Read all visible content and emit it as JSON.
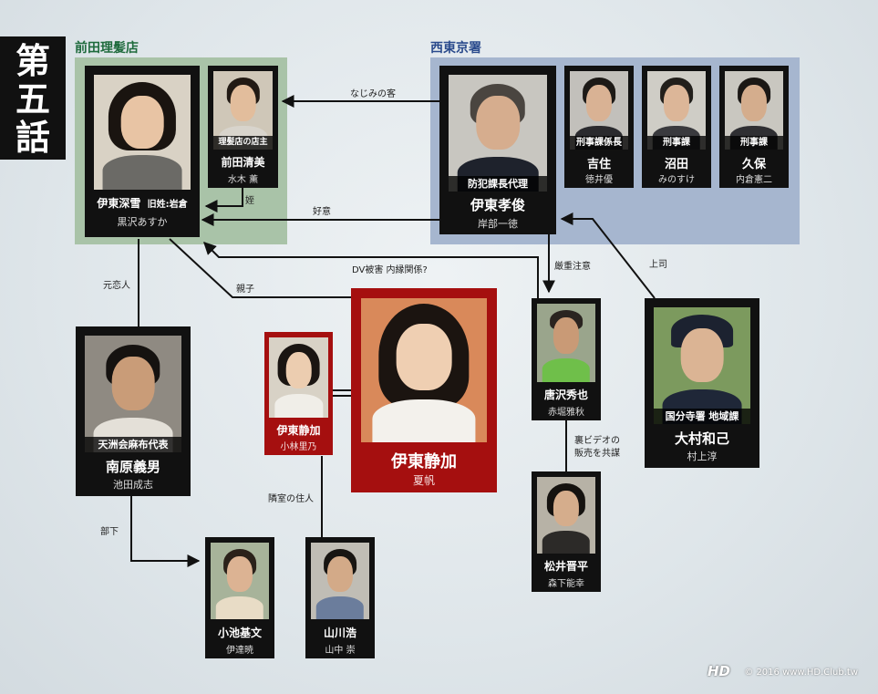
{
  "episode": [
    "第",
    "五",
    "話"
  ],
  "groups": {
    "barber": "前田理髪店",
    "police": "西東京署"
  },
  "people": {
    "miyuki": {
      "name": "伊東深雪",
      "sub": "旧姓:岩倉",
      "actor": "黒沢あすか"
    },
    "kiyomi": {
      "role": "理髪店の店主",
      "name": "前田清美",
      "actor": "水木 薫"
    },
    "takatoshi": {
      "role": "防犯課長代理",
      "name": "伊東孝俊",
      "actor": "岸部一徳"
    },
    "yoshizumi": {
      "role": "刑事課係長",
      "name": "吉住",
      "actor": "徳井優"
    },
    "numata": {
      "role": "刑事課",
      "name": "沼田",
      "actor": "みのすけ"
    },
    "kubo": {
      "role": "刑事課",
      "name": "久保",
      "actor": "内倉憲二"
    },
    "minamihara": {
      "role": "天洲会麻布代表",
      "name": "南原義男",
      "actor": "池田成志"
    },
    "shizuka_child": {
      "name": "伊東静加",
      "actor": "小林里乃"
    },
    "shizuka": {
      "name": "伊東静加",
      "actor": "夏帆"
    },
    "karasawa": {
      "name": "唐沢秀也",
      "actor": "赤堀雅秋"
    },
    "omura": {
      "role": "国分寺署 地域課",
      "name": "大村和己",
      "actor": "村上淳"
    },
    "matsui": {
      "name": "松井晋平",
      "actor": "森下能幸"
    },
    "koike": {
      "name": "小池基文",
      "actor": "伊達暁"
    },
    "yamakawa": {
      "name": "山川浩",
      "actor": "山中 崇"
    }
  },
  "relations": {
    "najimi": "なじみの客",
    "mei": "姪",
    "koui": "好意",
    "dv": "DV被害 内縁関係?",
    "oya": "親子",
    "genkoi": "元恋人",
    "genju": "厳重注意",
    "joshi": "上司",
    "ura1": "裏ビデオの",
    "ura2": "販売を共謀",
    "rinshitsu": "隣室の住人",
    "buka": "部下"
  },
  "footer": {
    "logo": "HD",
    "copyright": "© 2016 www.HD.Club.tw"
  },
  "colors": {
    "barber_box": "#a9c3a8",
    "police_box": "#a6b6cf",
    "barber_label": "#1f6b3d",
    "police_label": "#2a4a8c",
    "accent_red": "#a50f0f"
  }
}
